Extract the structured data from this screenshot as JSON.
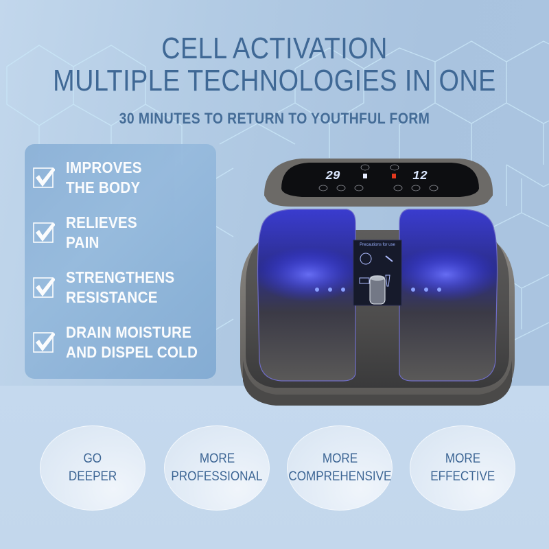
{
  "colors": {
    "headline": "#3f6895",
    "background_top": "#b2cbe4",
    "background_bottom": "#c3d7ec",
    "benefit_panel": "#8cb2d8",
    "benefit_text": "#ffffff",
    "device_led_blue": "#3a4dff",
    "display_digits": "#dce8ff",
    "indicator_red": "#e2381e"
  },
  "header": {
    "title_line1": "CELL ACTIVATION",
    "title_line2": "MULTIPLE TECHNOLOGIES IN ONE",
    "subtitle": "30 MINUTES TO RETURN TO YOUTHFUL FORM"
  },
  "benefits": [
    {
      "icon": "checkbox-check-icon",
      "line1": "IMPROVES",
      "line2": "THE BODY"
    },
    {
      "icon": "checkbox-check-icon",
      "line1": "RELIEVES",
      "line2": "PAIN"
    },
    {
      "icon": "checkbox-check-icon",
      "line1": "STRENGTHENS",
      "line2": "RESISTANCE"
    },
    {
      "icon": "checkbox-check-icon",
      "line1": "DRAIN MOISTURE",
      "line2": "AND DISPEL COLD"
    }
  ],
  "device": {
    "display_left": "29",
    "display_right": "12",
    "precautions_label": "Precautions for use"
  },
  "features": [
    {
      "line1": "GO",
      "line2": "DEEPER"
    },
    {
      "line1": "MORE",
      "line2": "PROFESSIONAL"
    },
    {
      "line1": "MORE",
      "line2": "COMPREHENSIVE"
    },
    {
      "line1": "MORE",
      "line2": "EFFECTIVE"
    }
  ]
}
